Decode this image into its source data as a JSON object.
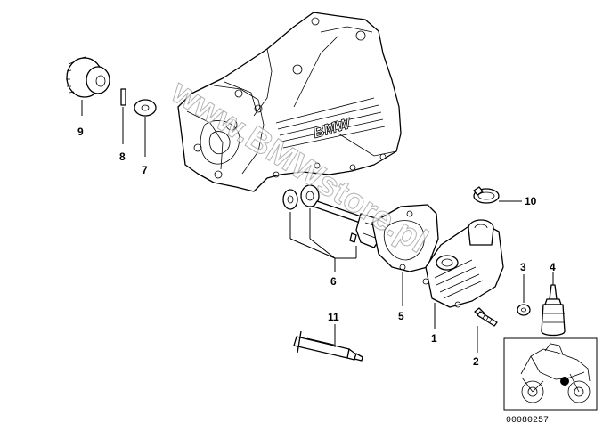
{
  "diagram": {
    "callouts": [
      {
        "id": "9",
        "label": "9"
      },
      {
        "id": "8",
        "label": "8"
      },
      {
        "id": "7",
        "label": "7"
      },
      {
        "id": "6",
        "label": "6"
      },
      {
        "id": "5",
        "label": "5"
      },
      {
        "id": "1",
        "label": "1"
      },
      {
        "id": "2",
        "label": "2"
      },
      {
        "id": "3",
        "label": "3"
      },
      {
        "id": "4",
        "label": "4"
      },
      {
        "id": "10",
        "label": "10"
      },
      {
        "id": "11",
        "label": "11"
      }
    ],
    "housing_badge": "BMW",
    "watermark": "www.BMWstore.pl",
    "reference_number": "00080257",
    "colors": {
      "line": "#000000",
      "background": "#ffffff",
      "watermark": "#9a9a9a"
    }
  }
}
